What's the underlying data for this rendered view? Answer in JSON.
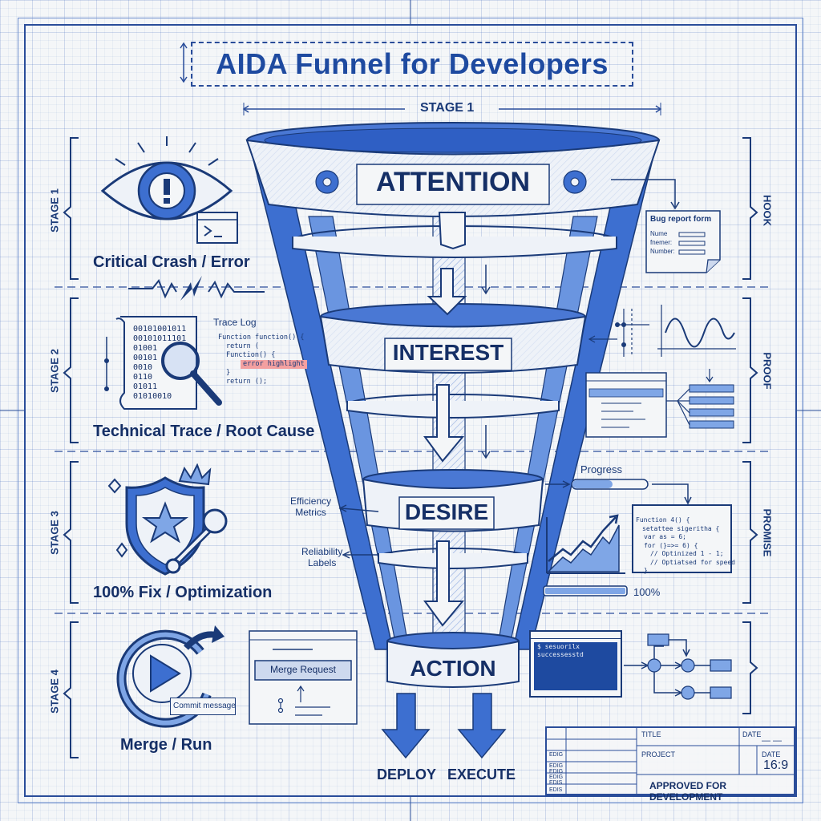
{
  "title": "AIDA Funnel for Developers",
  "top_stage_label": "STAGE 1",
  "colors": {
    "blue": "#2f63c8",
    "light_blue": "#7fa6e6",
    "ink": "#1a3a78",
    "band": "#eef2f8",
    "highlight": "#f4a0a0"
  },
  "stages": [
    {
      "side": "STAGE 1",
      "right": "HOOK",
      "funnel_label": "ATTENTION",
      "caption": "Critical Crash / Error"
    },
    {
      "side": "STAGE 2",
      "right": "PROOF",
      "funnel_label": "INTEREST",
      "caption": "Technical Trace / Root Cause"
    },
    {
      "side": "STAGE 3",
      "right": "PROMISE",
      "funnel_label": "DESIRE",
      "caption": "100% Fix / Optimization"
    },
    {
      "side": "STAGE 4",
      "right": "",
      "funnel_label": "ACTION",
      "caption": "Merge / Run"
    }
  ],
  "bug_form": {
    "title": "Bug report form",
    "fields": [
      "Nume",
      "fnemer:",
      "Number:"
    ]
  },
  "trace": {
    "label": "Trace Log",
    "binary": [
      "00101001011",
      "00101011101",
      "01001",
      "00101",
      "0010",
      "0110",
      "01011",
      "01010010"
    ],
    "code": [
      "Function function() {",
      "return (",
      "Function() {",
      "error highlight",
      "}",
      "return ();"
    ]
  },
  "efficiency": "Efficiency\nMetrics",
  "reliability": "Reliability\nLabels",
  "progress": {
    "label": "Progress",
    "value_label": "100%",
    "value": 1.0
  },
  "code_box": [
    "Function 4() {",
    "setattee sigeritha {",
    "var as = 6;",
    "for (}=>= 6) {",
    "// Optinized 1 - 1;",
    "// Optiatsed for speed",
    "}"
  ],
  "merge": {
    "button": "Merge Request",
    "commit": "Commit message"
  },
  "terminal": [
    "$ sesuorilx",
    "successesstd"
  ],
  "outputs": [
    "DEPLOY",
    "EXECUTE"
  ],
  "title_block": {
    "title": "TITLE",
    "date": "DATE",
    "date_value": "— —",
    "project": "PROJECT",
    "date2": "DATE",
    "ratio": "16:9",
    "approved": "APPROVED FOR DEVELOPMENT",
    "rows": [
      "EDIG",
      "EDIG",
      "EDIG",
      "EDIG",
      "EDIS",
      "EDIS"
    ]
  }
}
